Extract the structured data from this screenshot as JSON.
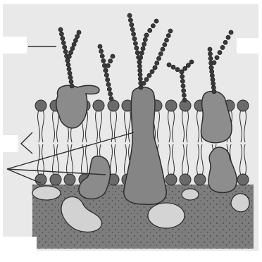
{
  "figure": {
    "subject": "cell-membrane",
    "style": "grayscale-illustration",
    "label_boxes": 4,
    "colors": {
      "background": "#ffffff",
      "frame": "#e9e9e9",
      "cytoplasm": "#7f7f7f",
      "protein": "#8b8b8b",
      "vesicle": "#d2d2d2",
      "head": "#6a6a6a",
      "line": "#2e2e2e"
    }
  }
}
